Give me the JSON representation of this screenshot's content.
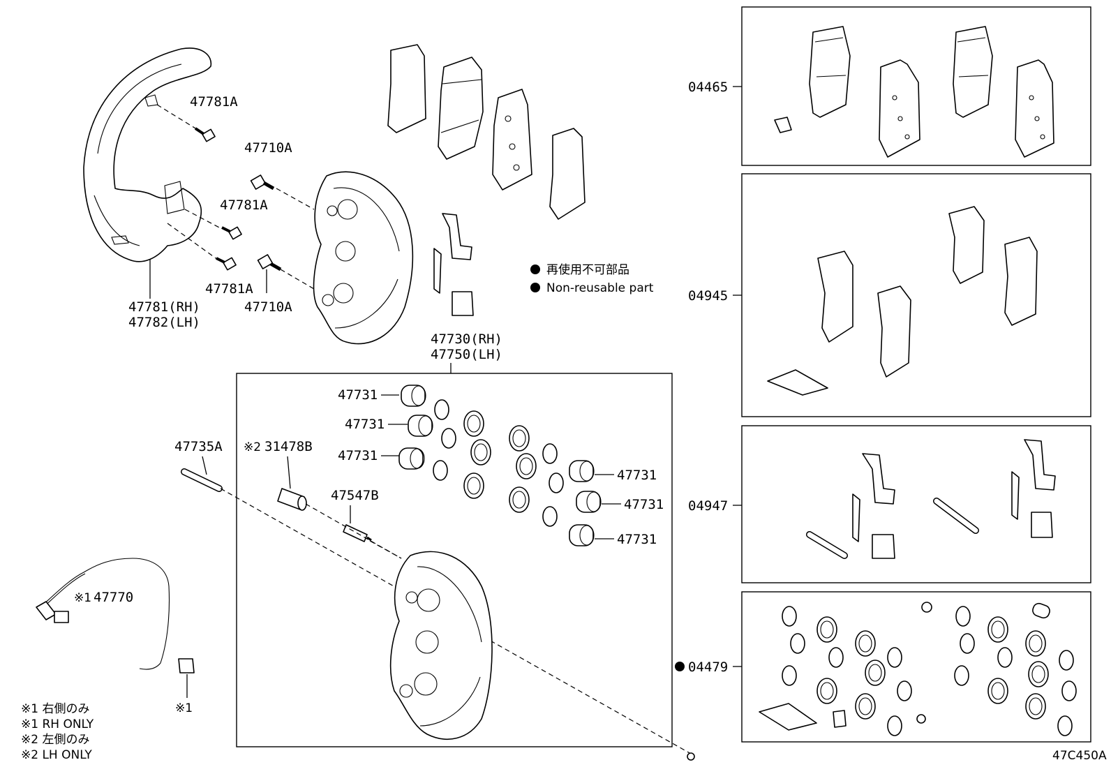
{
  "diagram_code": "47C450A",
  "legend": {
    "jp": "再使用不可部品",
    "en": "Non-reusable part"
  },
  "labels": {
    "p47781A_1": "47781A",
    "p47710A_1": "47710A",
    "p47781A_2": "47781A",
    "p47781A_3": "47781A",
    "p47710A_2": "47710A",
    "p47781_rh": "47781(RH)",
    "p47782_lh": "47782(LH)",
    "p47730_rh": "47730(RH)",
    "p47750_lh": "47750(LH)",
    "p47731_a": "47731",
    "p47731_b": "47731",
    "p47731_c": "47731",
    "p47731_d": "47731",
    "p47731_e": "47731",
    "p47731_f": "47731",
    "p47735A": "47735A",
    "p31478B_mark": "※2",
    "p31478B": "31478B",
    "p47547B": "47547B",
    "p47770_mark": "※1",
    "p47770": "47770",
    "note_mark": "※1",
    "k04465": "04465",
    "k04945": "04945",
    "k04947": "04947",
    "k04479": "04479"
  },
  "notes": [
    "※1 右側のみ",
    "※1 RH ONLY",
    "※2 左側のみ",
    "※2 LH ONLY"
  ],
  "icons": {
    "bullet": "filled-circle"
  }
}
